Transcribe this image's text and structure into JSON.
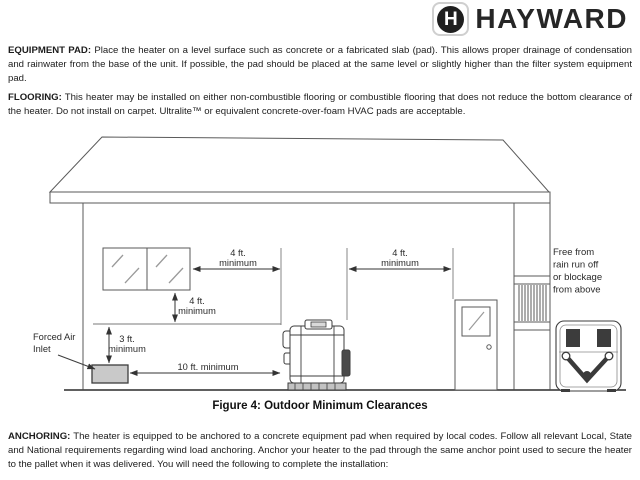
{
  "header": {
    "brand": "HAYWARD",
    "logo_letter": "H",
    "brand_color": "#262626"
  },
  "sections": [
    {
      "label": "EQUIPMENT PAD:",
      "text": "Place the heater on a level surface such as concrete or a fabricated slab (pad). This allows proper drainage of condensation and rainwater from the base of the unit. If possible, the pad should be placed at the same level or slightly higher than the filter system equipment pad."
    },
    {
      "label": "FLOORING:",
      "text": "This heater may be installed on either non-combustible flooring or combustible flooring that does not reduce the bottom clearance of the heater. Do not install on carpet. Ultralite™ or equivalent concrete-over-foam HVAC pads are acceptable."
    },
    {
      "label": "ANCHORING:",
      "text": "The heater is equipped to be anchored to a concrete equipment pad when required by local codes. Follow all relevant Local, State and National requirements regarding wind load anchoring. Anchor your heater to the pad through the same anchor point used to secure the heater to the pallet when it was delivered. You will need the following to complete the installation:"
    }
  ],
  "figure": {
    "caption": "Figure 4: Outdoor Minimum Clearances",
    "clearances": [
      {
        "name": "window to heater",
        "value": "4 ft.",
        "qualifier": "minimum"
      },
      {
        "name": "heater to door",
        "value": "4 ft.",
        "qualifier": "minimum"
      },
      {
        "name": "window above heater level",
        "value": "4 ft.",
        "qualifier": "minimum"
      },
      {
        "name": "forced air inlet vertical",
        "value": "3 ft.",
        "qualifier": "minimum"
      },
      {
        "name": "forced air inlet to heater",
        "value": "10 ft. minimum"
      }
    ],
    "annotations": {
      "forced_air": [
        "Forced Air",
        "Inlet"
      ],
      "rain": [
        "Free from",
        "rain run off",
        "or blockage",
        "from above"
      ]
    }
  }
}
